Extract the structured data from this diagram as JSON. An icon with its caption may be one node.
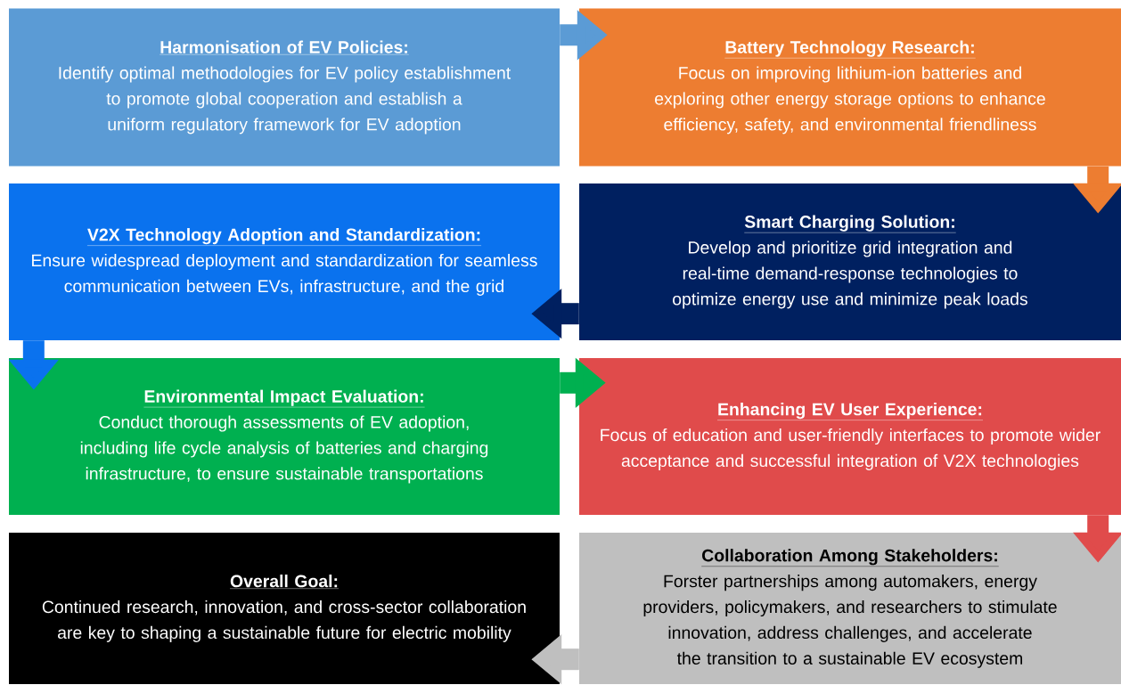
{
  "diagram": {
    "nodes": [
      {
        "text": [
          "Harmonisation of EV Policies:",
          "Identify optimal methodologies for EV policy establishment to promote global cooperation and establish a uniform regulatory framework for EV adoption"
        ]
      },
      {
        "text": [
          "Battery Technology Research:",
          "Focus on improving lithium-ion batteries and exploring other energy storage options to enhance efficiency, safety, and environmental friendliness"
        ]
      },
      {
        "text": [
          "V2X Technology Adoption and Standardization:",
          "Ensure widespread deployment and standardization for seamless communication between EVs, infrastructure, and the grid"
        ]
      },
      {
        "text": [
          "Smart Charging Solution:",
          "Develop and prioritize grid integration and real-time demand-response technologies to optimize energy use and minimize peak loads"
        ]
      },
      {
        "text": [
          "Environmental Impact Evaluation:",
          "Conduct thorough assessments of EV adoption, including life cycle analysis of batteries and charging infrastructure, to ensure sustainable transportations"
        ]
      },
      {
        "text": [
          "Enhancing EV User Experience:",
          "Focus of education and user-friendly interfaces to promote wider acceptance and successful integration of V2X technologies"
        ]
      },
      {
        "text": [
          "Overall Goal:",
          "Continued research, innovation, and cross-sector collaboration are key to shaping a sustainable future for electric mobility"
        ]
      },
      {
        "text": [
          "Collaboration Among Stakeholders:",
          "Forster partnerships among automakers, energy providers, policymakers, and researchers to stimulate innovation, address challenges, and accelerate the transition to a sustainable EV ecosystem"
        ]
      }
    ],
    "edges": [
      {
        "from": 0,
        "to": 1,
        "arrow": "to",
        "color": "#5b9bd5"
      },
      {
        "from": 1,
        "to": 3,
        "arrow": "to",
        "color": "#ed7d31"
      },
      {
        "from": 3,
        "to": 2,
        "arrow": "to",
        "color": "#002060"
      },
      {
        "from": 2,
        "to": 4,
        "arrow": "to",
        "color": "#0a72ee"
      },
      {
        "from": 4,
        "to": 5,
        "arrow": "to",
        "color": "#00b050"
      },
      {
        "from": 5,
        "to": 7,
        "arrow": "to",
        "color": "#e04b4b"
      },
      {
        "from": 7,
        "to": 6,
        "arrow": "to",
        "color": "#bfbfbf"
      }
    ]
  }
}
